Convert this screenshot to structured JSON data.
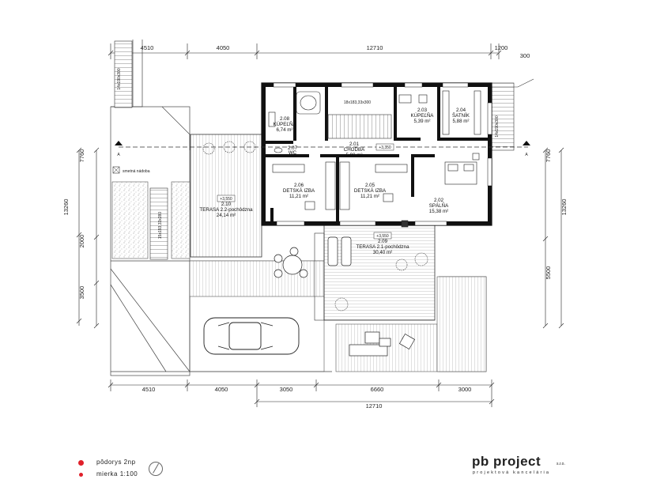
{
  "dimensions": {
    "top": [
      "4510",
      "4050",
      "12710",
      "1200",
      "300"
    ],
    "bottom": [
      "4510",
      "4050",
      "3050",
      "6660",
      "3000"
    ],
    "bottom_total": "12710",
    "left": [
      "7760",
      "13260",
      "2000",
      "3500"
    ],
    "right": [
      "7760",
      "13260",
      "5500"
    ]
  },
  "stairs": {
    "top_left": "14x190x300",
    "mid_left": "15x193,33x280",
    "central": "18x183,33x300",
    "right": "14x190x300"
  },
  "section_mark": "A",
  "bin_label": "smetná nádoba",
  "levels": [
    "+3,350",
    "+3,550",
    "+3,550"
  ],
  "rooms": [
    {
      "num": "2.08",
      "name": "KÚPEĽŇA",
      "area": "6,74 m²"
    },
    {
      "num": "2.07",
      "name": "WC"
    },
    {
      "num": "2.01",
      "name": "CHODBA",
      "area": "5,90 m²"
    },
    {
      "num": "2.03",
      "name": "KÚPEĽŇA",
      "area": "5,39 m²"
    },
    {
      "num": "2.04",
      "name": "ŠATNÍK",
      "area": "5,88 m²"
    },
    {
      "num": "2.06",
      "name": "DETSKÁ IZBA",
      "area": "11,21 m²"
    },
    {
      "num": "2.05",
      "name": "DETSKÁ IZBA",
      "area": "11,21 m²"
    },
    {
      "num": "2.02",
      "name": "SPÁLŇA",
      "area": "15,38 m²"
    },
    {
      "num": "2.10",
      "name": "TERASA 2.2-pochôdzna",
      "area": "24,14 m²"
    },
    {
      "num": "2.09",
      "name": "TERASA 2.1-pochôdzna",
      "area": "30,40 m²"
    }
  ],
  "legend": {
    "title": "pôdorys 2np",
    "scale": "mierka 1:100",
    "dot_color": "#e0202a"
  },
  "brand": {
    "name": "pb project",
    "suffix": "s.r.o.",
    "tagline": "projektová kancelária"
  }
}
